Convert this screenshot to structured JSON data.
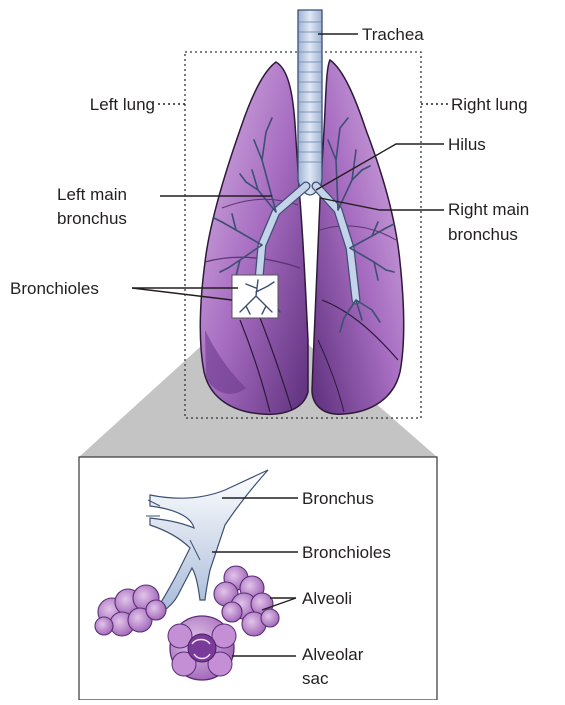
{
  "labels": {
    "trachea": "Trachea",
    "left_lung": "Left lung",
    "right_lung": "Right lung",
    "hilus": "Hilus",
    "left_main_bronchus_1": "Left main",
    "left_main_bronchus_2": "bronchus",
    "right_main_bronchus_1": "Right main",
    "right_main_bronchus_2": "bronchus",
    "bronchioles": "Bronchioles"
  },
  "inset_labels": {
    "bronchus": "Bronchus",
    "bronchioles": "Bronchioles",
    "alveoli": "Alveoli",
    "alveolar_sac_1": "Alveolar",
    "alveolar_sac_2": "sac"
  },
  "colors": {
    "lung_light": "#c9a2d6",
    "lung_mid": "#9a5fb5",
    "lung_dark": "#5a2d78",
    "airway": "#b8c7e0",
    "airway_stroke": "#3d4f73",
    "callout_gray": "#bdbdbd",
    "alveoli": "#c08cd0"
  }
}
